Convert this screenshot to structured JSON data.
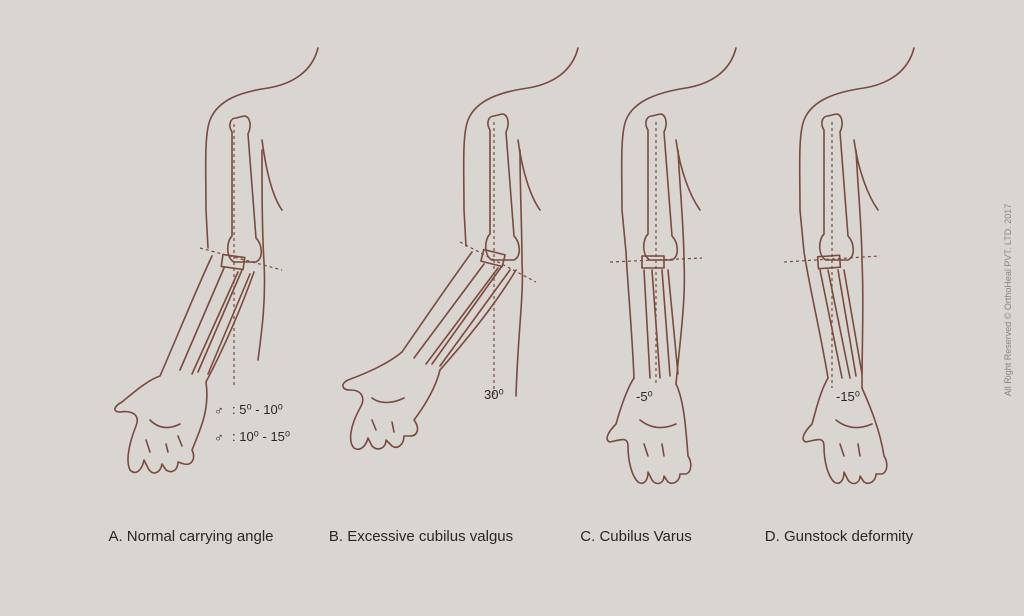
{
  "panels": [
    {
      "caption": "A. Normal carrying angle"
    },
    {
      "caption": "B. Excessive cubilus valgus",
      "angle_label": "30⁰"
    },
    {
      "caption": "C. Cubilus Varus",
      "angle_label": "-5⁰"
    },
    {
      "caption": "D. Gunstock deformity",
      "angle_label": "-15⁰"
    }
  ],
  "normal_ranges": [
    {
      "symbol": "♂",
      "range": ": 5⁰ - 10⁰"
    },
    {
      "symbol": "♂",
      "range": ": 10⁰ - 15⁰"
    }
  ],
  "copyright": "All Right Reserved © OrthoHeal PVT. LTD. 2017",
  "colors": {
    "background": "#d9d5d1",
    "stroke": "#7a4a3c",
    "text": "#2a2624"
  }
}
